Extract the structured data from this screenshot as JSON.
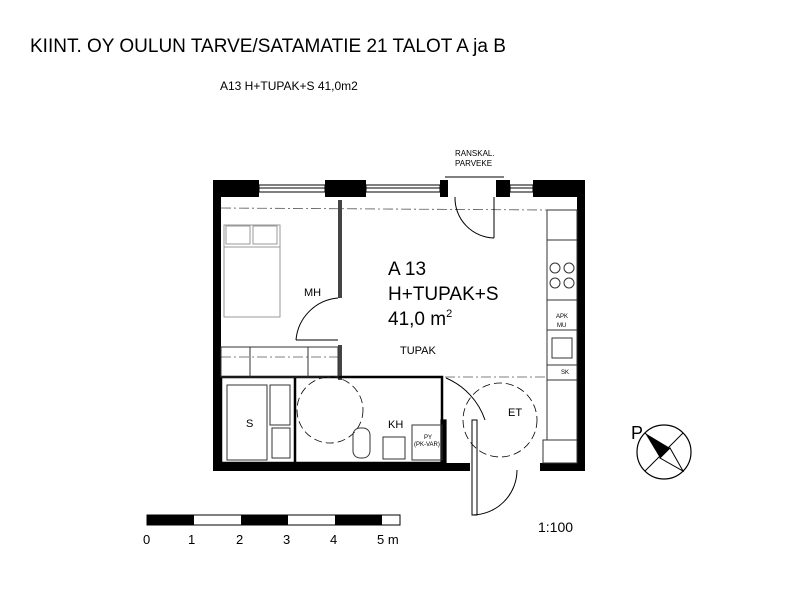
{
  "title": "KIINT. OY OULUN TARVE/SATAMATIE 21 TALOT A ja B",
  "subtitle": "A13   H+TUPAK+S 41,0m2",
  "plan": {
    "apartment": "A 13",
    "type": "H+TUPAK+S",
    "area": "41,0 m",
    "area_sup": "2",
    "balcony_line1": "RANSKAL.",
    "balcony_line2": "PARVEKE",
    "rooms": {
      "mh": "MH",
      "tupak": "TUPAK",
      "s": "S",
      "kh": "KH",
      "et": "ET",
      "py": "PY",
      "pk_var": "(PK-VAR)",
      "apk": "APK",
      "mu": "MU",
      "sk": "SK"
    }
  },
  "scale_bar": {
    "labels": [
      "0",
      "1",
      "2",
      "3",
      "4",
      "5 m"
    ]
  },
  "scale": "1:100",
  "north": "P"
}
